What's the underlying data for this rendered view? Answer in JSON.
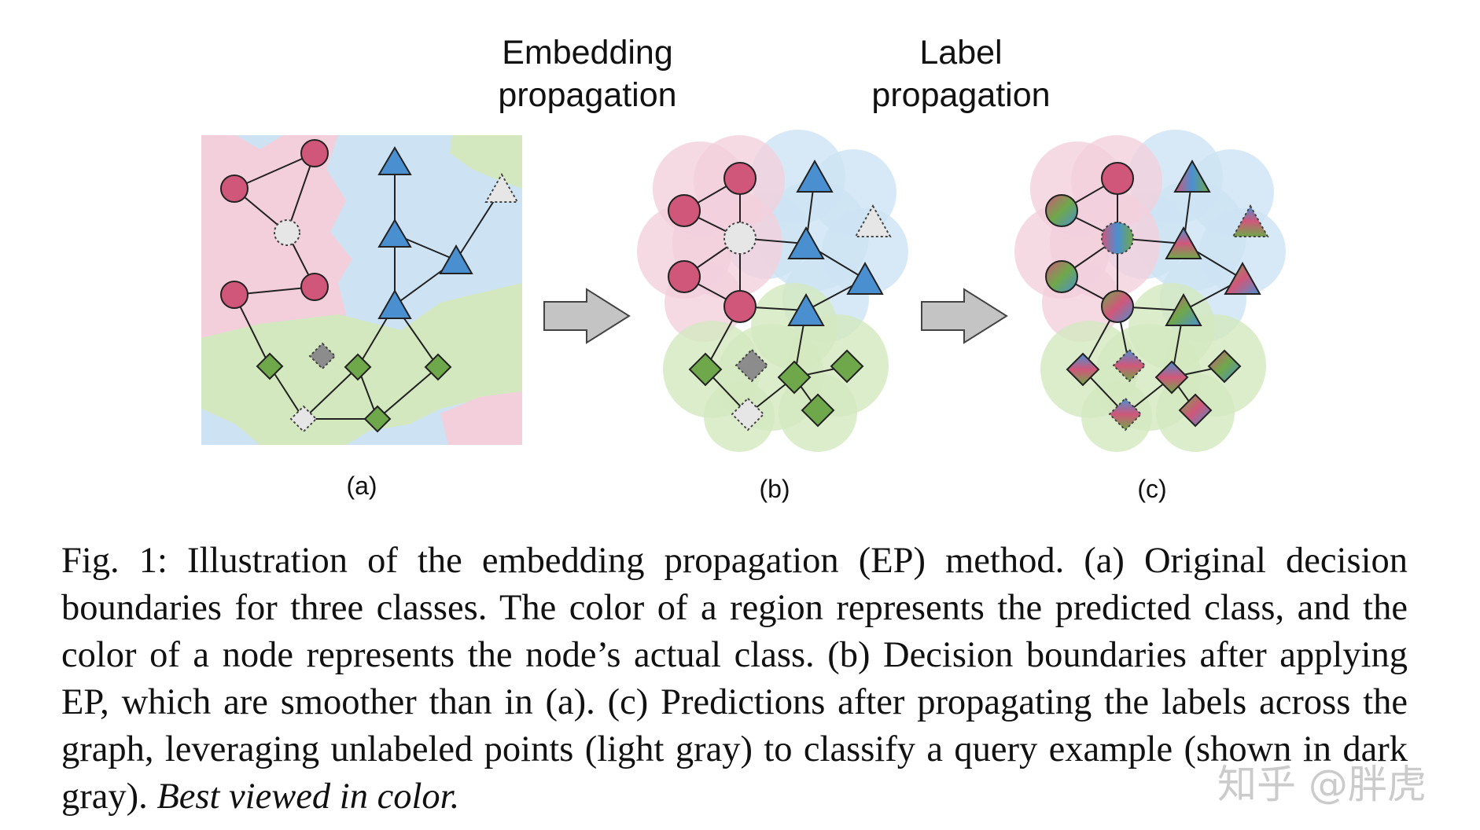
{
  "headings": {
    "embedding": [
      "Embedding",
      "propagation"
    ],
    "label": [
      "Label",
      "propagation"
    ]
  },
  "panels": [
    {
      "id": "a",
      "label": "(a)"
    },
    {
      "id": "b",
      "label": "(b)"
    },
    {
      "id": "c",
      "label": "(c)"
    }
  ],
  "caption": {
    "main": "Fig. 1: Illustration of the embedding propagation (EP) method. (a) Original decision boundaries for three classes. The color of a region represents the predicted class, and the color of a node represents the node’s actual class. (b) Decision boundaries after applying EP, which are smoother than in (a). (c) Predictions after propagating the labels across the graph, leveraging unlabeled points (light gray) to classify a query example (shown in dark gray).",
    "emphasis": "Best viewed in color."
  },
  "watermark": "知乎 @胖虎",
  "colors": {
    "pink_node": "#d0577a",
    "blue_node": "#4a90d0",
    "green_node": "#6fa84a",
    "unlabeled_node": "#e6e6e6",
    "query_node": "#8c8c8c",
    "pink_region": "#f3cfdc",
    "blue_region": "#cde3f4",
    "green_region": "#d3e8bf",
    "arrow_fill": "#c4c4c4"
  }
}
